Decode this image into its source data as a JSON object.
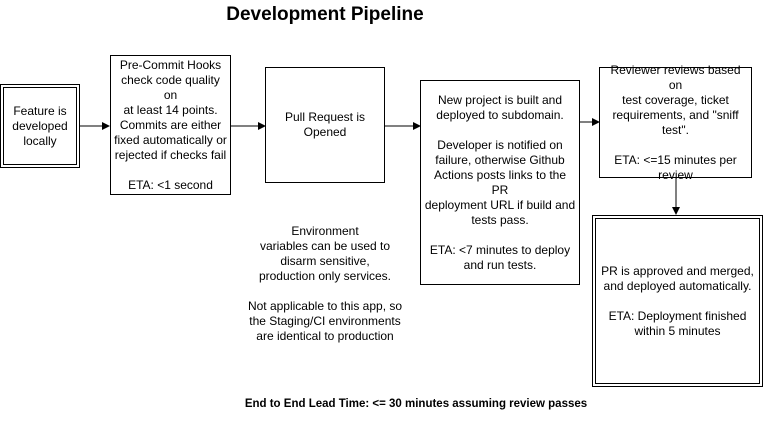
{
  "title": "Development Pipeline",
  "nodes": {
    "feature": {
      "lines": [
        "Feature is",
        "developed",
        "locally"
      ]
    },
    "precommit": {
      "para1": [
        "Pre-Commit Hooks",
        "check code quality on",
        "at least 14 points.",
        "Commits are either",
        "fixed automatically or",
        "rejected if checks fail"
      ],
      "para2": [
        "ETA: <1 second"
      ]
    },
    "pullrequest": {
      "lines": [
        "Pull Request is",
        "Opened"
      ]
    },
    "build": {
      "para1": [
        "New project is built and",
        "deployed to subdomain."
      ],
      "para2": [
        "Developer is notified on",
        "failure, otherwise Github",
        "Actions posts links to the PR",
        "deployment URL if build and",
        "tests pass."
      ],
      "para3": [
        "ETA: <7 minutes to deploy",
        "and run tests."
      ]
    },
    "review": {
      "para1": [
        "Reviewer reviews based on",
        "test coverage, ticket",
        "requirements, and \"sniff",
        "test\"."
      ],
      "para2": [
        "ETA: <=15 minutes per",
        "review"
      ]
    },
    "merge": {
      "para1": [
        "PR is approved and merged,",
        "and deployed automatically."
      ],
      "para2": [
        "ETA: Deployment finished",
        "within 5 minutes"
      ]
    }
  },
  "note": {
    "para1": [
      "Environment",
      "variables can be used to",
      "disarm sensitive,",
      "production only services."
    ],
    "para2": [
      "Not applicable to this app, so",
      "the Staging/CI environments",
      "are identical to production"
    ]
  },
  "footer": "End to End Lead Time: <= 30 minutes assuming review passes"
}
